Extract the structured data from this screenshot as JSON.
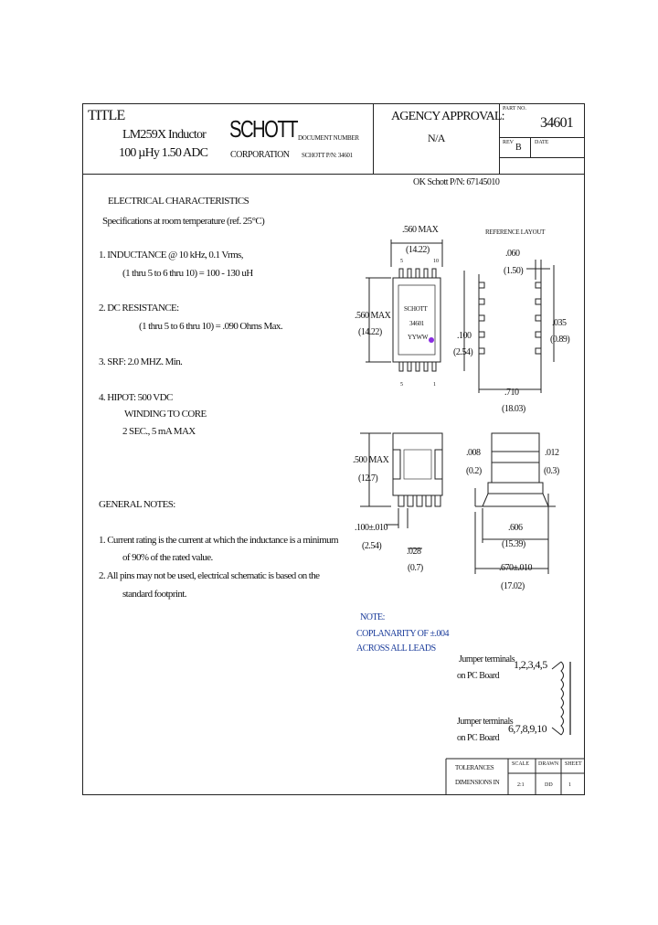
{
  "header": {
    "title_label": "TITLE",
    "title_line1": "LM259X Inductor",
    "title_line2": "100 µHy 1.50 ADC",
    "company_logo": "SCHOTT",
    "company_sub": "CORPORATION",
    "doc_line1": "DOCUMENT NUMBER",
    "doc_line2": "SCHOTT P/N: 34601",
    "agency_label": "AGENCY APPROVAL:",
    "agency_value": "N/A",
    "part_label": "PART NO.",
    "part_number": "34601",
    "rev_label": "REV",
    "rev_value": "B",
    "date_label": "DATE"
  },
  "ok_schott": "OK Schott P/N: 67145010",
  "electrical": {
    "heading": "ELECTRICAL CHARACTERISTICS",
    "spec_note": "Specifications at room temperature (ref. 25°C)",
    "item1_a": "1. INDUCTANCE @ 10 kHz, 0.1 Vrms,",
    "item1_b": "(1 thru 5 to 6 thru 10) = 100 - 130 uH",
    "item2_a": "2. DC RESISTANCE:",
    "item2_b": "(1 thru 5 to 6 thru 10) = .090 Ohms Max.",
    "item3": "3. SRF: 2.0 MHZ. Min.",
    "item4_a": "4. HIPOT: 500 VDC",
    "item4_b": "WINDING TO CORE",
    "item4_c": "2 SEC., 5 mA MAX"
  },
  "general": {
    "heading": "GENERAL NOTES:",
    "note1_a": "1. Current rating is the current at which the inductance is a minimum",
    "note1_b": "of 90% of the rated value.",
    "note2_a": "2. All pins may not be used, electrical schematic is based on the",
    "note2_b": "standard footprint."
  },
  "top_view": {
    "width_dim": ".560 MAX",
    "width_mm": "(14.22)",
    "height_dim": ".560 MAX",
    "height_mm": "(14.22)",
    "pitch_dim": ".100",
    "pitch_mm": "(2.54)",
    "pin_5": "5",
    "pin_10": "10",
    "pin_bottom_left": "5",
    "pin_bottom_right": "1",
    "marking_1": "SCHOTT",
    "marking_2": "34601",
    "marking_3": "YYWW"
  },
  "pcb_layout": {
    "title": "REFERENCE LAYOUT",
    "pad_dim": ".060",
    "pad_mm": "(1.50)",
    "pad_h_dim": ".035",
    "pad_h_mm": "(0.89)",
    "span_dim": ".710",
    "span_mm": "(18.03)"
  },
  "side_view": {
    "height_dim": ".500 MAX",
    "height_mm": "(12.7)",
    "pitch_dim": ".100±.010",
    "pitch_mm": "(2.54)",
    "lead_dim": ".028",
    "lead_mm": "(0.7)"
  },
  "end_view": {
    "standoff_dim": ".008",
    "standoff_mm": "(0.2)",
    "lead_t_dim": ".012",
    "lead_t_mm": "(0.3)",
    "body_dim": ".606",
    "body_mm": "(15.39)",
    "overall_dim": ".670±.010",
    "overall_mm": "(17.02)"
  },
  "note_box": {
    "title": "NOTE:",
    "line1": "COPLANARITY OF ±.004",
    "line2": "ACROSS ALL LEADS"
  },
  "schematic": {
    "jumper1_a": "Jumper terminals",
    "jumper1_b": "on PC Board",
    "pins1": "1,2,3,4,5",
    "jumper2_a": "Jumper terminals",
    "jumper2_b": "on PC Board",
    "pins2": "6,7,8,9,10"
  },
  "title_block": {
    "tolerances": "TOLERANCES",
    "dimensions": "DIMENSIONS IN",
    "scale_label": "SCALE",
    "scale_value": "2:1",
    "drawn_label": "DRAWN",
    "drawn_value": "DD",
    "sheet_label": "SHEET",
    "sheet_value": "1"
  },
  "colors": {
    "ink": "#111111",
    "note_blue": "#1a3b9a",
    "marker_purple": "#8a2be2"
  }
}
